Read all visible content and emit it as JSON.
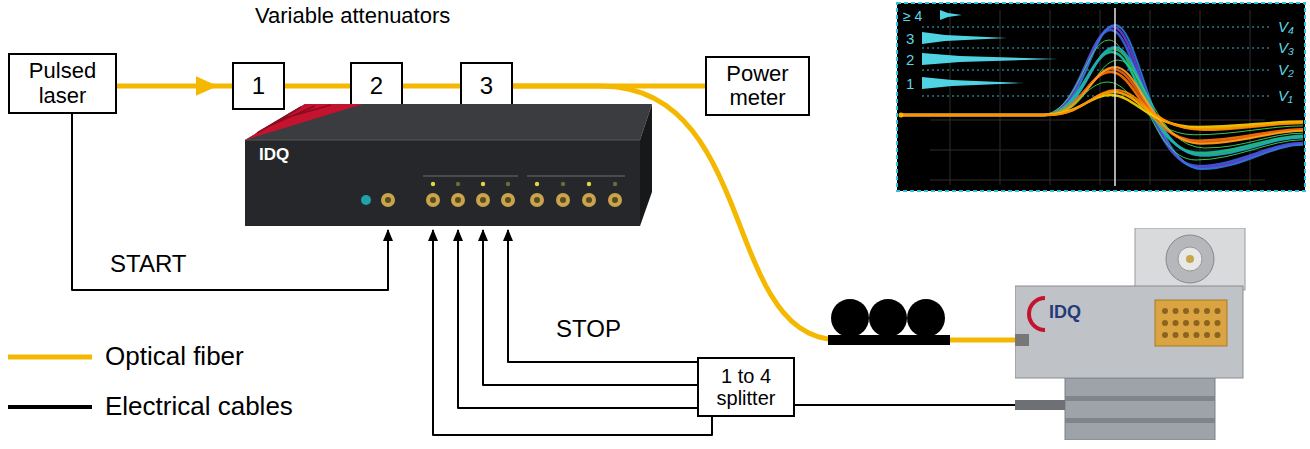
{
  "diagram": {
    "nodes": [
      {
        "text": [
          "Pulsed laser"
        ]
      },
      {
        "text": [
          "1"
        ]
      },
      {
        "text": [
          "2"
        ]
      },
      {
        "text": [
          "3"
        ]
      },
      {
        "text": [
          "Power meter"
        ]
      },
      {
        "text": [
          "IDQ"
        ]
      },
      {
        "text": [
          "IDQ"
        ]
      },
      {
        "text": [
          "1 to 4 splitter"
        ]
      }
    ],
    "edges": [
      {
        "from": 0,
        "to": 1,
        "arrow": "to"
      },
      {
        "from": 1,
        "to": 2,
        "arrow": "none"
      },
      {
        "from": 2,
        "to": 3,
        "arrow": "none"
      },
      {
        "from": 3,
        "to": 4,
        "arrow": "none"
      },
      {
        "from": 3,
        "to": 6,
        "arrow": "none"
      },
      {
        "from": 0,
        "to": 5,
        "label": "START",
        "arrow": "to"
      },
      {
        "from": 7,
        "to": 5,
        "label": "STOP",
        "arrow": "to"
      },
      {
        "from": 7,
        "to": 5,
        "arrow": "to"
      },
      {
        "from": 7,
        "to": 5,
        "arrow": "to"
      },
      {
        "from": 7,
        "to": 5,
        "arrow": "to"
      },
      {
        "from": 6,
        "to": 7,
        "arrow": "none"
      }
    ],
    "labels": [
      "Variable attenuators",
      "≥ 4",
      "3",
      "2",
      "1",
      "V₄",
      "V₃",
      "V₂",
      "V₁"
    ],
    "legend": [
      {
        "text": "Optical fiber"
      },
      {
        "text": "Electrical cables"
      }
    ]
  }
}
